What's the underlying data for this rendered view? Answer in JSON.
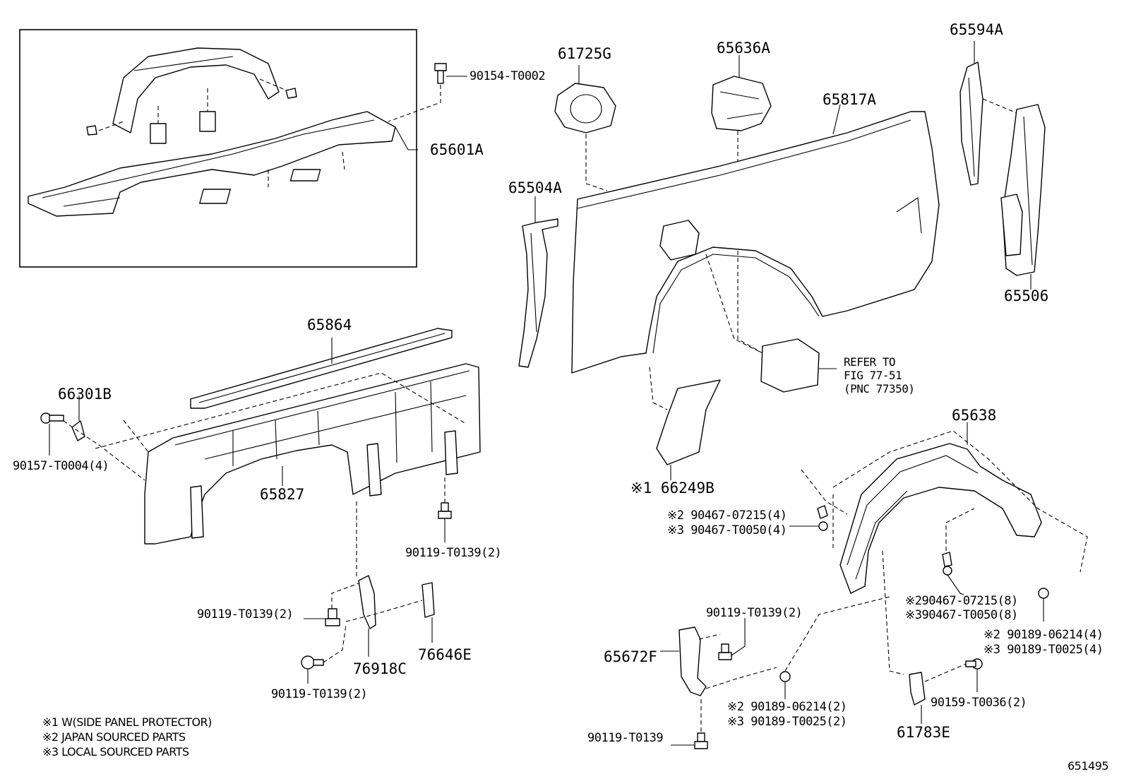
{
  "labels": {
    "p65601A": "65601A",
    "p90154": "90154-T0002",
    "p61725G": "61725G",
    "p65636A": "65636A",
    "p65817A": "65817A",
    "p65594A": "65594A",
    "p65504A": "65504A",
    "p65506": "65506",
    "p65864": "65864",
    "p66301B": "66301B",
    "p90157": "90157-T0004(4)",
    "p65827": "65827",
    "p90119_a": "90119-T0139(2)",
    "p90119_b": "90119-T0139(2)",
    "p90119_c": "90119-T0139(2)",
    "p76918C": "76918C",
    "p76646E": "76646E",
    "p66249B": "※1 66249B",
    "ref1": "REFER TO",
    "ref2": "FIG 77-51",
    "ref3": "(PNC 77350)",
    "p65638": "65638",
    "p90467a1": "※2 90467-07215(4)",
    "p90467a2": "※3 90467-T0050(4)",
    "p90467b1": "※290467-07215(8)",
    "p90467b2": "※390467-T0050(8)",
    "p90189a1": "※2 90189-06214(4)",
    "p90189a2": "※3 90189-T0025(4)",
    "p90119_d": "90119-T0139(2)",
    "p65672F": "65672F",
    "p90189b1": "※2 90189-06214(2)",
    "p90189b2": "※3 90189-T0025(2)",
    "p90119_e": "90119-T0139",
    "p90159": "90159-T0036(2)",
    "p61783E": "61783E"
  },
  "notes": [
    "※1 W(SIDE PANEL PROTECTOR)",
    "※2 JAPAN SOURCED PARTS",
    "※3 LOCAL SOURCED PARTS"
  ],
  "figure_id": "651495"
}
